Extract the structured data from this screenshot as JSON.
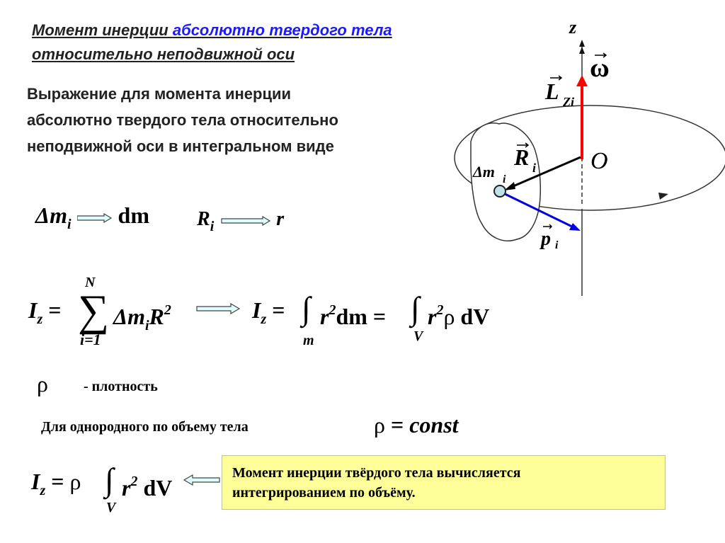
{
  "title": {
    "part1": "Момент инерции ",
    "link": "абсолютно твердого тела",
    "line2": "относительно неподвижной оси"
  },
  "paragraph": [
    "Выражение для момента инерции",
    "абсолютно твердого тела относительно",
    "неподвижной оси в интегральном виде"
  ],
  "substitutions": {
    "delta_m": "Δm",
    "i": "i",
    "dm": "dm",
    "R": "R",
    "r": "r"
  },
  "sum_formula": {
    "I": "I",
    "z": "z",
    "eq": "=",
    "sigma": "∑",
    "N": "N",
    "i_from": "i=1",
    "term": "Δm",
    "i": "i",
    "R": "R",
    "sq": "2"
  },
  "integral_formula": {
    "I": "I",
    "z": "z",
    "eq": "=",
    "int": "∫",
    "r": "r",
    "sq": "2",
    "dm": "dm",
    "lower_m": "m",
    "eq2": "=",
    "rho": "ρ",
    "dV": "dV",
    "lower_V": "V"
  },
  "density": {
    "rho": "ρ",
    "label": "-  плотность"
  },
  "homogeneous": {
    "text": "Для однородного по объему тела",
    "rho": "ρ",
    "eq": "=",
    "const": "const"
  },
  "final_formula": {
    "I": "I",
    "z": "z",
    "eq": "=",
    "rho": "ρ",
    "int": "∫",
    "r": "r",
    "sq": "2",
    "dV": "dV",
    "lower_V": "V"
  },
  "note_box": {
    "line1": "Момент инерции твёрдого тела вычисляется",
    "line2": "интегрированием по объёму.",
    "background": "#ffff99"
  },
  "diagram": {
    "axis_label": "z",
    "omega": "ω",
    "L": "L",
    "L_sub": "Zi",
    "R": "R",
    "R_sub": "i",
    "O": "O",
    "dm": "Δm",
    "dm_sub": "i",
    "p": "p",
    "p_sub": "i",
    "colors": {
      "L_vector": "#ff0000",
      "p_vector": "#0000dd",
      "R_vector": "#000000",
      "mass_point": "#bfe3e8"
    }
  }
}
